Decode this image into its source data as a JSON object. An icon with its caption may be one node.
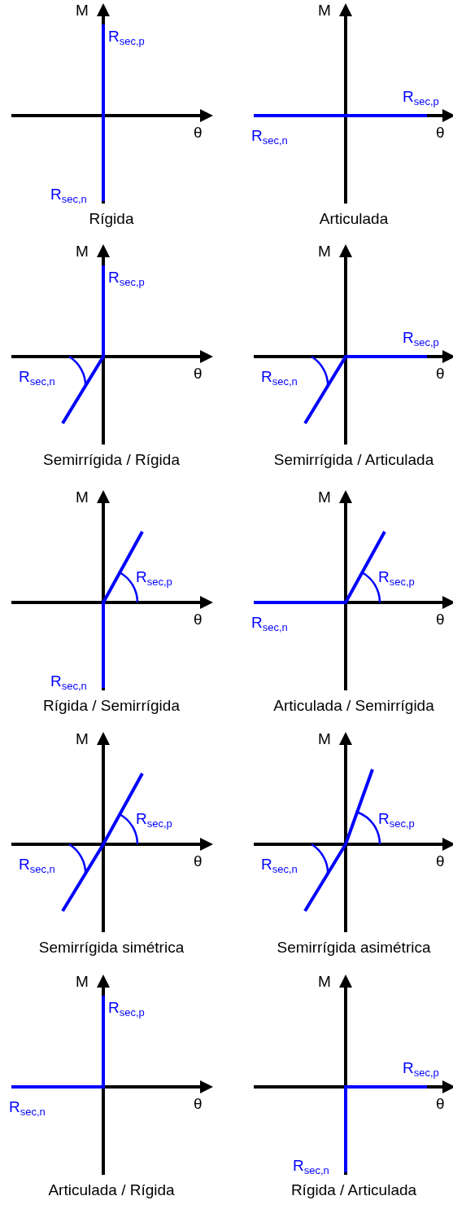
{
  "diagram": {
    "labels": [
      "M",
      "R$_{sec,p}$",
      "θ",
      "R$_{sec,n}$",
      "Rígida",
      "M",
      "R$_{sec,p}$",
      "θ",
      "R$_{sec,n}$",
      "Articulada",
      "M",
      "R$_{sec,p}$",
      "θ",
      "R$_{sec,n}$",
      "Semirrígida / Rígida",
      "M",
      "R$_{sec,p}$",
      "θ",
      "R$_{sec,n}$",
      "Semirrígida / Articulada",
      "M",
      "R$_{sec,p}$",
      "θ",
      "R$_{sec,n}$",
      "Rígida / Semirrígida",
      "M",
      "R$_{sec,p}$",
      "θ",
      "R$_{sec,n}$",
      "Articulada / Semirrígida",
      "M",
      "R$_{sec,p}$",
      "θ",
      "R$_{sec,n}$",
      "Semirrígida simétrica",
      "M",
      "R$_{sec,p}$",
      "θ",
      "R$_{sec,n}$",
      "Semirrígida asimétrica",
      "M",
      "R$_{sec,p}$",
      "θ",
      "R$_{sec,n}$",
      "Articulada / Rígida",
      "M",
      "R$_{sec,p}$",
      "θ",
      "R$_{sec,n}$",
      "Rígida / Articulada"
    ]
  }
}
